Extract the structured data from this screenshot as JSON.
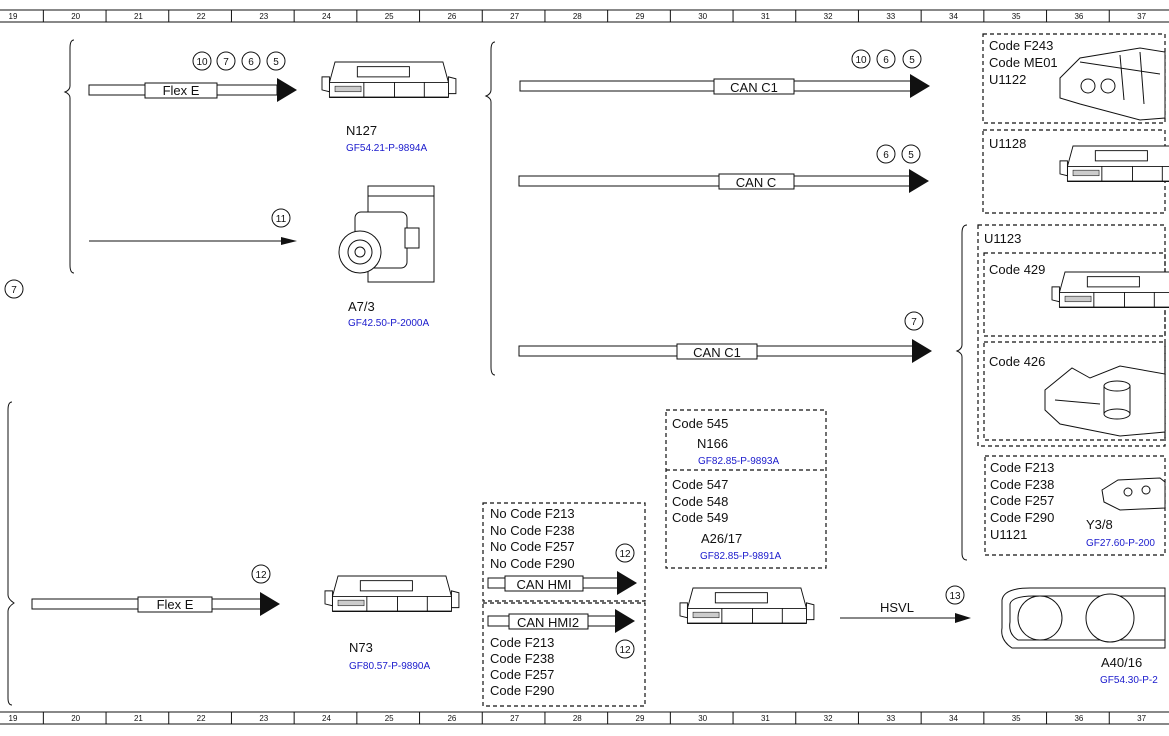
{
  "ruler": {
    "numbers": [
      "19",
      "20",
      "21",
      "22",
      "23",
      "24",
      "25",
      "26",
      "27",
      "28",
      "29",
      "30",
      "31",
      "32",
      "33",
      "34",
      "35",
      "36",
      "37"
    ]
  },
  "buses": {
    "flexe_top": "Flex E",
    "canc1_top": "CAN C1",
    "canc": "CAN C",
    "canc1_mid": "CAN C1",
    "flexe_bottom": "Flex E",
    "canhmi": "CAN HMI",
    "canhmi2": "CAN HMI2",
    "hsvl": "HSVL"
  },
  "circles": {
    "flexe_top": [
      "10",
      "7",
      "6",
      "5"
    ],
    "canc1_top": [
      "10",
      "6",
      "5"
    ],
    "canc": [
      "6",
      "5"
    ],
    "a73_line": "11",
    "left_edge": "7",
    "canc1_mid": "7",
    "flexe_bottom": "12",
    "canhmi": "12",
    "canhmi2": "12",
    "hsvl": "13"
  },
  "components": {
    "n127": {
      "name": "N127",
      "ref": "GF54.21-P-9894A"
    },
    "a73": {
      "name": "A7/3",
      "ref": "GF42.50-P-2000A"
    },
    "n73": {
      "name": "N73",
      "ref": "GF80.57-P-9890A"
    },
    "n166": {
      "code": "Code 545",
      "name": "N166",
      "ref": "GF82.85-P-9893A"
    },
    "a2617": {
      "codes": [
        "Code 547",
        "Code 548",
        "Code 549"
      ],
      "name": "A26/17",
      "ref": "GF82.85-P-9891A"
    },
    "a4016": {
      "name": "A40/16",
      "ref": "GF54.30-P-2"
    },
    "right_top": {
      "lines": [
        "Code F243",
        "Code ME01",
        "U1122"
      ]
    },
    "u1128": {
      "name": "U1128"
    },
    "u1123": {
      "name": "U1123"
    },
    "code429": {
      "code": "Code 429"
    },
    "code426": {
      "code": "Code 426"
    },
    "y38": {
      "codes": [
        "Code F213",
        "Code F238",
        "Code F257",
        "Code F290",
        "U1121"
      ],
      "name": "Y3/8",
      "ref": "GF27.60-P-200"
    }
  },
  "codeboxes": {
    "nocode": [
      "No Code F213",
      "No Code F238",
      "No Code F257",
      "No Code F290"
    ],
    "withcode": [
      "Code F213",
      "Code F238",
      "Code F257",
      "Code F290"
    ]
  }
}
